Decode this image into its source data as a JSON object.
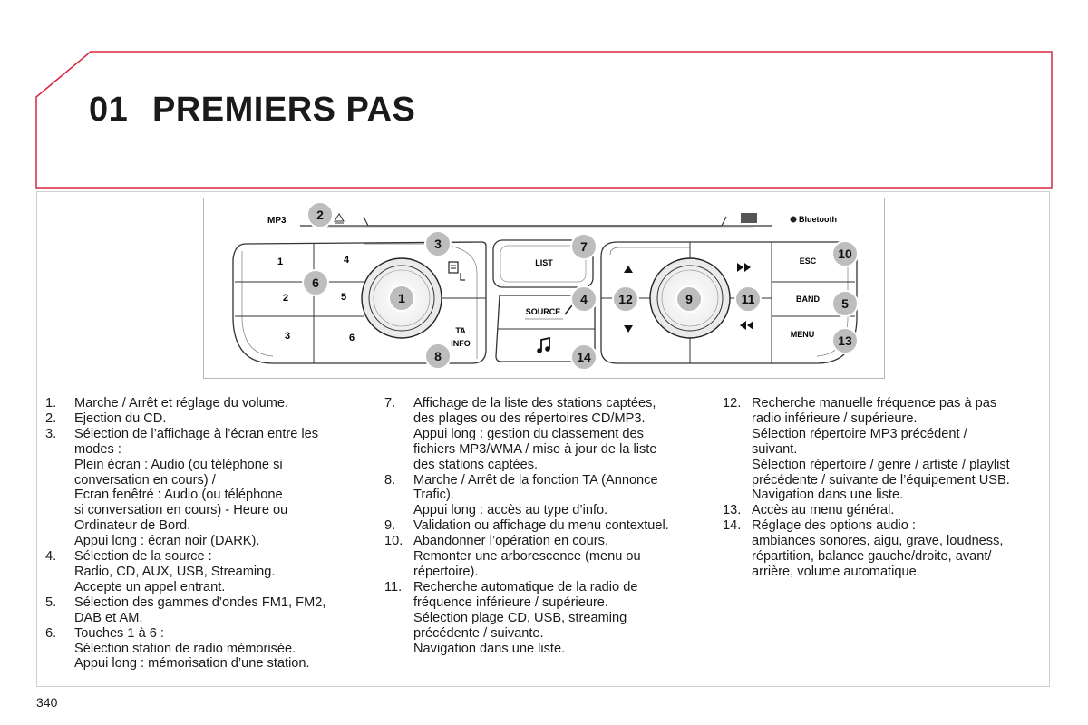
{
  "header": {
    "chapter_number": "01",
    "chapter_title": "PREMIERS PAS"
  },
  "panel": {
    "mp3_label": "MP3",
    "bluetooth_label": "Bluetooth",
    "buttons": {
      "list": "LIST",
      "source": "SOURCE",
      "esc": "ESC",
      "band": "BAND",
      "menu": "MENU",
      "ta": "TA",
      "info": "INFO",
      "preset_1": "1",
      "preset_2": "2",
      "preset_3": "3",
      "preset_4": "4",
      "preset_5": "5",
      "preset_6": "6"
    },
    "callouts": [
      "1",
      "2",
      "3",
      "4",
      "5",
      "6",
      "7",
      "8",
      "9",
      "10",
      "11",
      "12",
      "13",
      "14"
    ]
  },
  "columns": [
    [
      {
        "num": "1.",
        "lines": [
          "Marche / Arrêt et réglage du volume."
        ]
      },
      {
        "num": "2.",
        "lines": [
          "Ejection du CD."
        ]
      },
      {
        "num": "3.",
        "lines": [
          "Sélection de l’affichage à l’écran entre les",
          "modes :",
          "Plein écran : Audio (ou téléphone si",
          "conversation en cours) /",
          "Ecran fenêtré : Audio (ou téléphone",
          "si conversation en cours) - Heure ou",
          "Ordinateur de Bord.",
          "Appui long : écran noir (DARK)."
        ]
      },
      {
        "num": "4.",
        "lines": [
          "Sélection de la source :",
          "Radio, CD, AUX, USB, Streaming.",
          "Accepte un appel entrant."
        ]
      },
      {
        "num": "5.",
        "lines": [
          "Sélection des gammes d’ondes FM1, FM2,",
          "DAB et AM."
        ]
      },
      {
        "num": "6.",
        "lines": [
          "Touches 1 à 6 :",
          "Sélection station de radio mémorisée.",
          "Appui long : mémorisation d’une station."
        ]
      }
    ],
    [
      {
        "num": "7.",
        "lines": [
          "Affichage de la liste des stations captées,",
          "des plages ou des répertoires CD/MP3.",
          "Appui long : gestion du classement des",
          "fichiers MP3/WMA / mise à jour de la liste",
          "des stations captées."
        ]
      },
      {
        "num": "8.",
        "lines": [
          "Marche / Arrêt de la fonction TA (Annonce",
          "Trafic).",
          "Appui long : accès au type d’info."
        ]
      },
      {
        "num": "9.",
        "lines": [
          "Validation ou affichage du menu contextuel."
        ]
      },
      {
        "num": "10.",
        "lines": [
          "Abandonner l’opération en cours.",
          "Remonter une arborescence (menu ou",
          "répertoire)."
        ]
      },
      {
        "num": "11.",
        "lines": [
          "Recherche automatique de la radio de",
          "fréquence inférieure / supérieure.",
          "Sélection plage CD, USB, streaming",
          "précédente / suivante.",
          "Navigation dans une liste."
        ]
      }
    ],
    [
      {
        "num": "12.",
        "lines": [
          "Recherche manuelle fréquence pas à pas",
          "radio inférieure / supérieure.",
          "Sélection répertoire MP3 précédent /",
          "suivant.",
          "Sélection répertoire / genre / artiste / playlist",
          "précédente / suivante de l’équipement USB.",
          "Navigation dans une liste."
        ]
      },
      {
        "num": "13.",
        "lines": [
          "Accès au menu général."
        ]
      },
      {
        "num": "14.",
        "lines": [
          "Réglage des options audio :",
          "ambiances sonores, aigu, grave, loudness,",
          "répartition, balance gauche/droite, avant/",
          "arrière, volume automatique."
        ]
      }
    ]
  ],
  "footer": {
    "page_number": "340"
  },
  "colors": {
    "header_border": "#d7263d",
    "callout_fill": "#bdbdbd"
  }
}
